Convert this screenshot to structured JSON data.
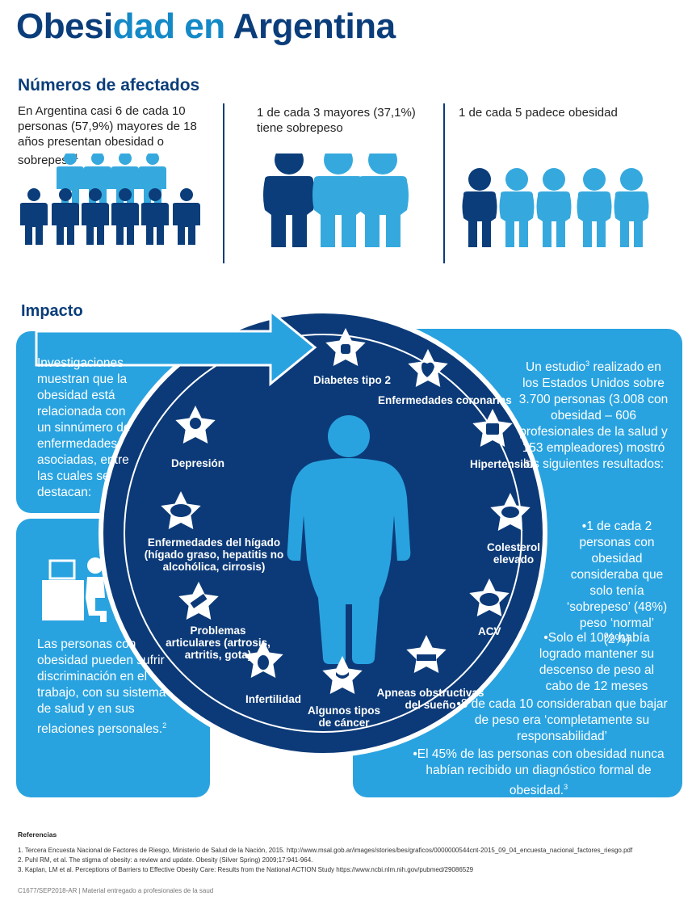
{
  "title": {
    "part1": "Obesi",
    "part2": "dad ",
    "part3": "en",
    "part4": " Argentina"
  },
  "section_numbers": "Números de afectados",
  "stats": {
    "s1": "En Argentina casi 6 de cada 10 personas (57,9%) mayores de 18 años presentan obesidad o sobrepeso",
    "s1_sup": "1",
    "s2": "1 de cada 3 mayores (37,1%) tiene sobrepeso",
    "s3": "1 de cada 5 padece obesidad"
  },
  "section_impact": "Impacto",
  "left_panel_1": "Investigaciones muestran que la obesidad está relacionada con un sinnúmero de enfermedades asociadas, entre las cuales se destacan:",
  "left_panel_2": "Las personas con obesidad pueden sufrir discriminación en el trabajo, con su sistema de salud y en sus relaciones personales.",
  "left_panel_2_sup": "2",
  "right_panel": {
    "intro_a": "Un estudio",
    "intro_sup": "3",
    "intro_b": " realizado en los Estados Unidos sobre 3.700 personas (3.008 con obesidad – 606 profesionales de la salud y 153 empleadores) mostró los siguientes resultados:",
    "b1": "•1 de cada 2 personas con obesidad consideraba que solo tenía ‘sobrepeso’ (48%) peso ‘normal’ (2%)",
    "b2": "•Solo el 10% había logrado mantener su descenso de peso al cabo de 12 meses",
    "b3": "•8 de cada 10 consideraban que bajar de peso era ‘completamente su responsabilidad’",
    "b4": "•El 45% de las personas con obesidad nunca habían recibido un diagnóstico formal de obesidad.",
    "b4_sup": "3"
  },
  "diseases": {
    "d1": "Diabetes tipo 2",
    "d2": "Enfermedades coronarias",
    "d3": "Hipertensión",
    "d4": "Colesterol elevado",
    "d5": "ACV",
    "d6": "Apneas obstructivas del sueño",
    "d7": "Algunos tipos de cáncer",
    "d8": "Infertilidad",
    "d9": "Problemas articulares (artrosis, artritis, gota)",
    "d10": "Enfermedades del hígado (hígado graso, hepatitis no alcohólica, cirrosis)",
    "d11": "Depresión"
  },
  "references": {
    "title": "Referencias",
    "r1": "1. Tercera Encuesta Nacional de Factores de Riesgo, Ministerio de Salud de la Nación, 2015. http://www.msal.gob.ar/images/stories/bes/graficos/0000000544cnt-2015_09_04_encuesta_nacional_factores_riesgo.pdf",
    "r2": "2. Puhl RM, et al. The stigma of obesity: a review and update. Obesity (Silver Spring) 2009;17:941-964.",
    "r3": "3. Kaplan, LM et al. Perceptions of Barriers to Effective Obesity Care: Results from the National ACTION Study https://www.ncbi.nlm.nih.gov/pubmed/29086529"
  },
  "footer": "C1677/SEP2018-AR | Material entregado a profesionales de la saud",
  "colors": {
    "navy": "#0a3d7a",
    "blue": "#29a3e0",
    "light_blue": "#35a9de",
    "title_accent": "#1489c7"
  },
  "icons": [
    "person-icon",
    "star-icon",
    "hand-icon",
    "broken-heart-icon",
    "blood-pressure-icon",
    "artery-icon",
    "brain-icon",
    "bed-icon",
    "dna-icon",
    "pregnant-icon",
    "bone-icon",
    "liver-icon",
    "depressed-person-icon",
    "desk-worker-icon",
    "arrow-icon"
  ]
}
